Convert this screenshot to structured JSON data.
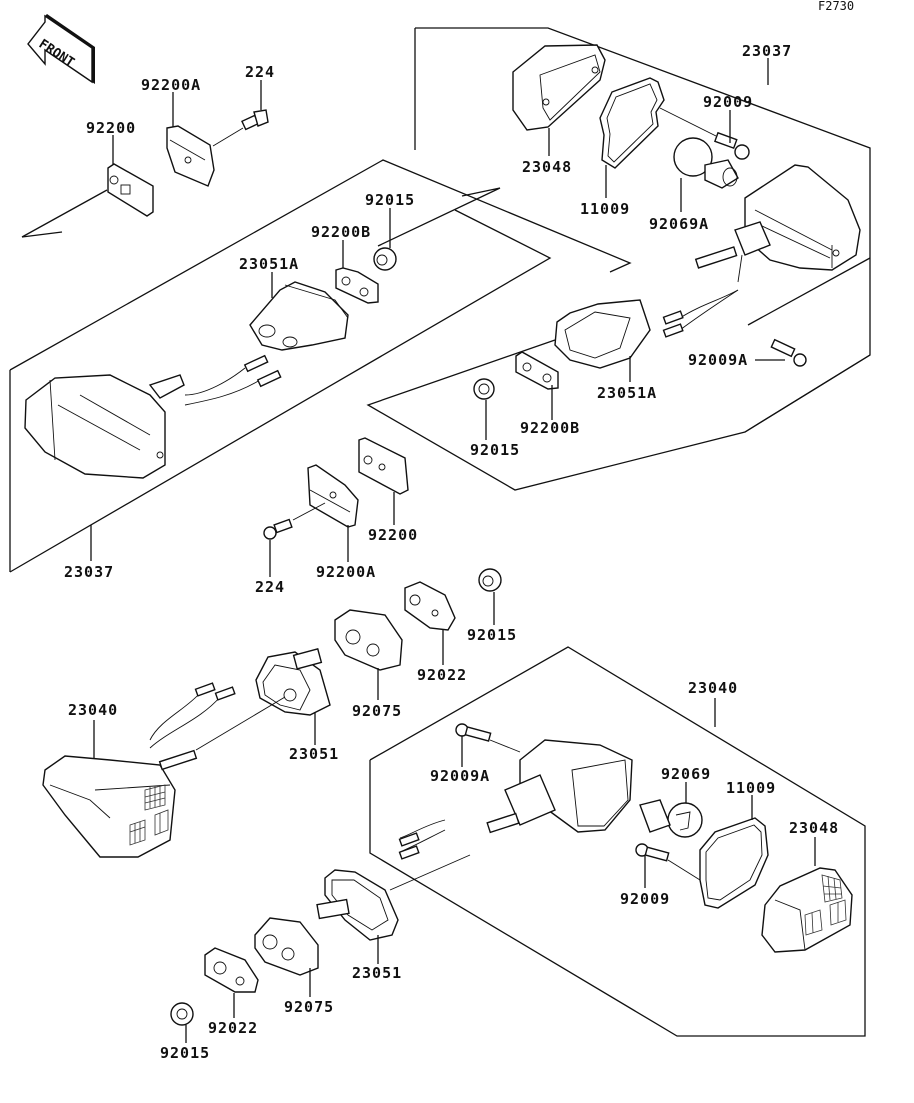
{
  "diagram": {
    "figure_code": "F2730",
    "orientation_label": "FRONT",
    "colors": {
      "line": "#111111",
      "background": "#ffffff"
    },
    "callouts": [
      {
        "id": "c-224-top",
        "part_number": "224"
      },
      {
        "id": "c-92200A-top",
        "part_number": "92200A"
      },
      {
        "id": "c-92200-top",
        "part_number": "92200"
      },
      {
        "id": "c-92015-top",
        "part_number": "92015"
      },
      {
        "id": "c-92200B-top",
        "part_number": "92200B"
      },
      {
        "id": "c-23051A-left",
        "part_number": "23051A"
      },
      {
        "id": "c-23037-right",
        "part_number": "23037"
      },
      {
        "id": "c-92009-right",
        "part_number": "92009"
      },
      {
        "id": "c-23048-top",
        "part_number": "23048"
      },
      {
        "id": "c-11009-top",
        "part_number": "11009"
      },
      {
        "id": "c-92069A",
        "part_number": "92069A"
      },
      {
        "id": "c-92009A-right",
        "part_number": "92009A"
      },
      {
        "id": "c-23051A-right",
        "part_number": "23051A"
      },
      {
        "id": "c-92200B-right",
        "part_number": "92200B"
      },
      {
        "id": "c-92015-right",
        "part_number": "92015"
      },
      {
        "id": "c-92200-mid",
        "part_number": "92200"
      },
      {
        "id": "c-92200A-mid",
        "part_number": "92200A"
      },
      {
        "id": "c-224-mid",
        "part_number": "224"
      },
      {
        "id": "c-23037-left",
        "part_number": "23037"
      },
      {
        "id": "c-92015-mid",
        "part_number": "92015"
      },
      {
        "id": "c-92022-mid",
        "part_number": "92022"
      },
      {
        "id": "c-92075-mid",
        "part_number": "92075"
      },
      {
        "id": "c-23051-mid",
        "part_number": "23051"
      },
      {
        "id": "c-23040-left",
        "part_number": "23040"
      },
      {
        "id": "c-23040-right",
        "part_number": "23040"
      },
      {
        "id": "c-92009A-bottom",
        "part_number": "92009A"
      },
      {
        "id": "c-92069",
        "part_number": "92069"
      },
      {
        "id": "c-11009-bottom",
        "part_number": "11009"
      },
      {
        "id": "c-23048-bottom",
        "part_number": "23048"
      },
      {
        "id": "c-92009-bottom",
        "part_number": "92009"
      },
      {
        "id": "c-23051-bottom",
        "part_number": "23051"
      },
      {
        "id": "c-92075-bottom",
        "part_number": "92075"
      },
      {
        "id": "c-92022-bottom",
        "part_number": "92022"
      },
      {
        "id": "c-92015-bottom",
        "part_number": "92015"
      }
    ]
  }
}
